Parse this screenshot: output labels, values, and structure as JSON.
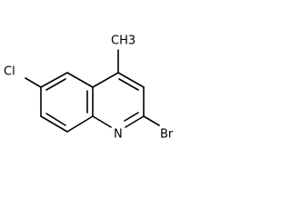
{
  "molecule": {
    "atoms": {
      "methyl": "CH3",
      "chlorine": "Cl",
      "nitrogen": "N",
      "bromine": "Br"
    }
  },
  "colors": {
    "bond": "#000000",
    "label": "#000000",
    "background": "#ffffff"
  }
}
